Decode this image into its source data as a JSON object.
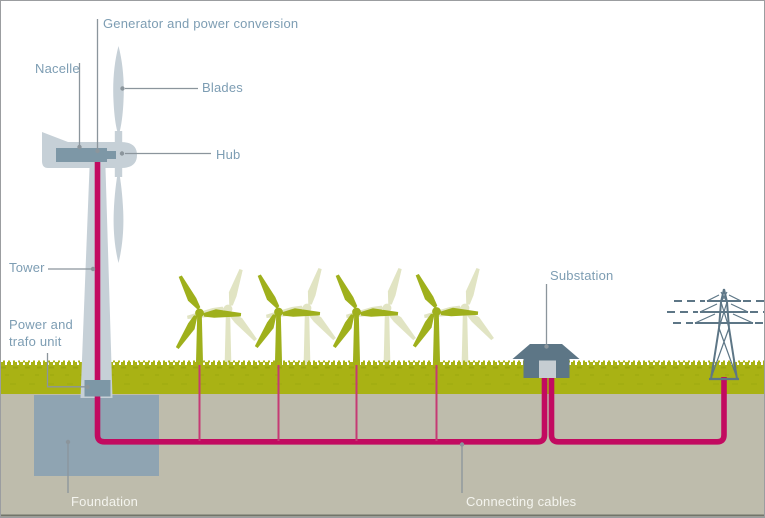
{
  "labels": {
    "generator": "Generator and power conversion",
    "nacelle": "Nacelle",
    "blades": "Blades",
    "hub": "Hub",
    "tower": "Tower",
    "power_trafo": "Power and trafo unit",
    "foundation": "Foundation",
    "substation": "Substation",
    "connecting_cables": "Connecting cables"
  },
  "scene": {
    "type": "wind-farm-cross-section-diagram",
    "foreground_small_turbines": 4,
    "background_small_turbines": 4,
    "feeder_cables": 4,
    "grid_elements": [
      "Substation",
      "Transmission pylon",
      "Connecting cables"
    ]
  },
  "colors": {
    "background": "#ffffff",
    "grass": "#a9b214",
    "turbine_green": "#9fb01c",
    "pale_turbine_green": "#e1e4c3",
    "underground": "#bebcac",
    "foundation": "#8fa4b2",
    "structure_light": "#c6d0d7",
    "machinery_dark": "#7d97a6",
    "cable_red": "#c20a60",
    "feeder_cable_red": "#c53a74",
    "substation_pylon": "#5d7686",
    "label_blue": "#7d9db3",
    "label_white": "#f4f4ee",
    "leader_gray": "#8b959c"
  }
}
